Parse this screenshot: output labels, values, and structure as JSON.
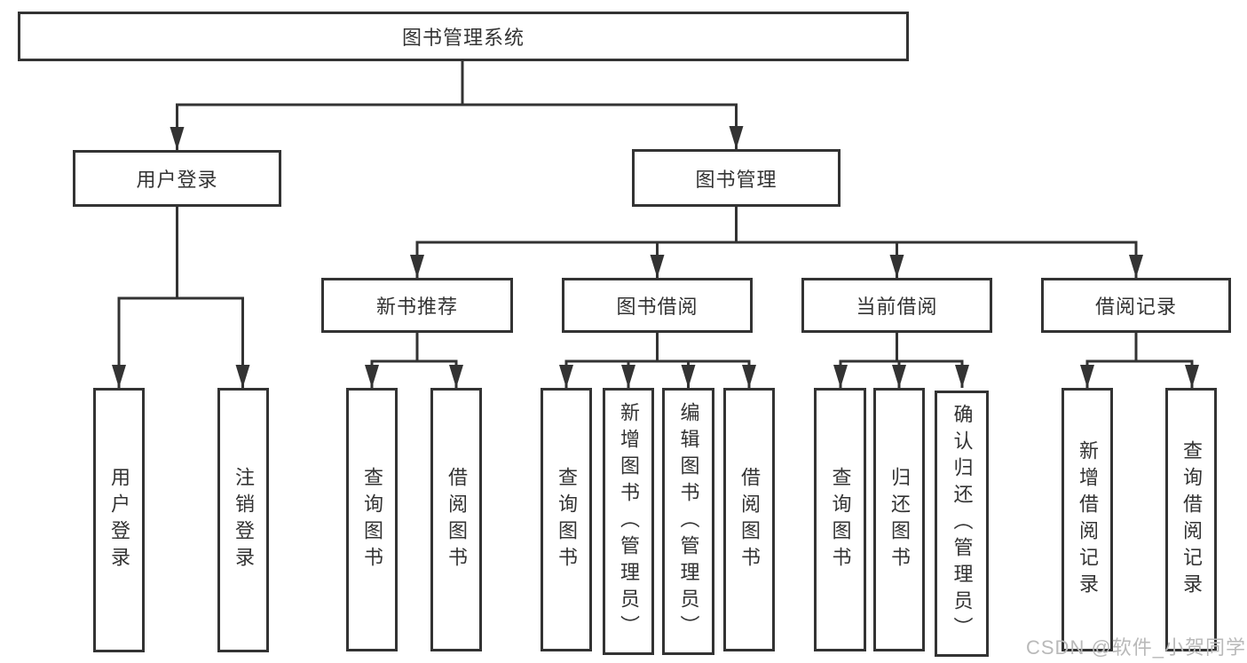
{
  "tree": {
    "label": "图书管理系统",
    "children": [
      {
        "label": "用户登录",
        "children": [
          {
            "label": "用户登录"
          },
          {
            "label": "注销登录"
          }
        ]
      },
      {
        "label": "图书管理",
        "children": [
          {
            "label": "新书推荐",
            "children": [
              {
                "label": "查询图书"
              },
              {
                "label": "借阅图书"
              }
            ]
          },
          {
            "label": "图书借阅",
            "children": [
              {
                "label": "查询图书"
              },
              {
                "label": "新增图书（管理员）"
              },
              {
                "label": "编辑图书（管理员）"
              },
              {
                "label": "借阅图书"
              }
            ]
          },
          {
            "label": "当前借阅",
            "children": [
              {
                "label": "查询图书"
              },
              {
                "label": "归还图书"
              },
              {
                "label": "确认归还（管理员）"
              }
            ]
          },
          {
            "label": "借阅记录",
            "children": [
              {
                "label": "新增借阅记录"
              },
              {
                "label": "查询借阅记录"
              }
            ]
          }
        ]
      }
    ]
  },
  "watermark": "CSDN @软件_小贺同学",
  "colors": {
    "line": "#333333",
    "text": "#333333",
    "watermark": "#b9b9b9",
    "background": "#ffffff"
  }
}
